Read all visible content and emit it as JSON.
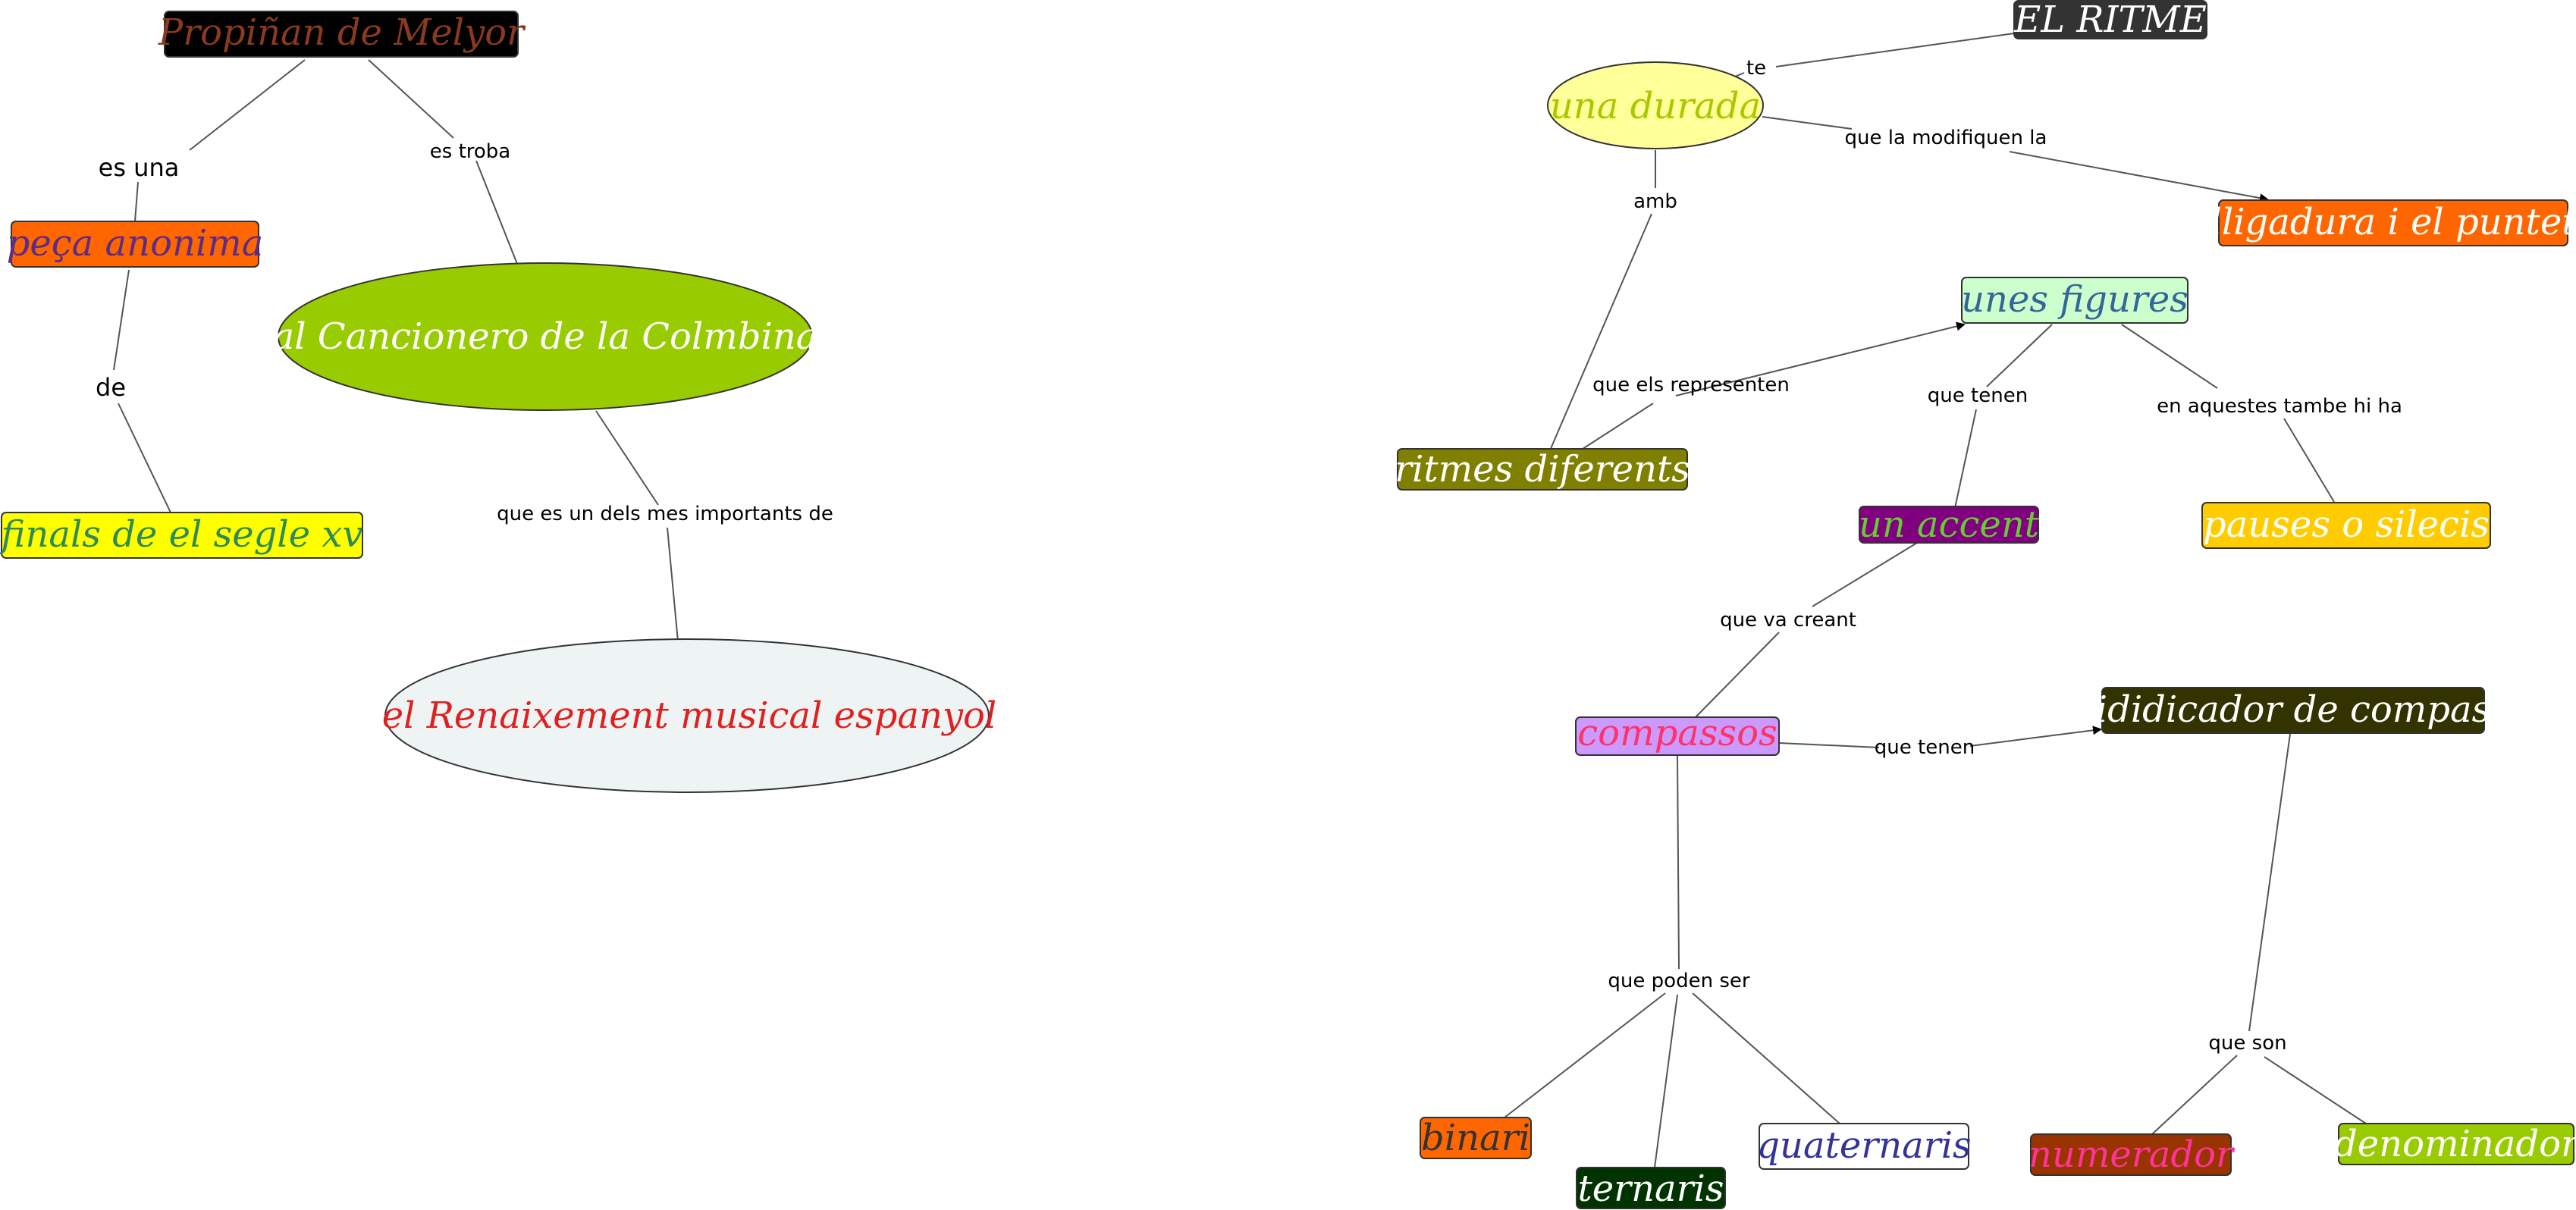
{
  "colors": {
    "edge": "#555555",
    "background": "#ffffff"
  },
  "nodes": {
    "propinan": {
      "label": "Propiñan de Melyor",
      "shape": "rect",
      "fill": "#000000",
      "text": "#8B3A1F"
    },
    "peca": {
      "label": "peça anonima",
      "shape": "rect",
      "fill": "#FF6600",
      "text": "#5B2D86"
    },
    "finals": {
      "label": "finals de el segle xv",
      "shape": "rect",
      "fill": "#FFFF00",
      "text": "#2E8B57"
    },
    "cancionero": {
      "label": "al Cancionero de la Colmbina",
      "shape": "ellipse",
      "fill": "#99CC00",
      "text": "#FFFFFF"
    },
    "renaixement": {
      "label": "el Renaixement musical espanyol",
      "shape": "ellipse",
      "fill": "#EEF4F4",
      "text": "#E02020"
    },
    "ritme": {
      "label": "EL RITME",
      "shape": "rect",
      "fill": "#333333",
      "text": "#FFFFFF"
    },
    "durada": {
      "label": "una durada",
      "shape": "ellipse",
      "fill": "#FFFF99",
      "text": "#A8C800"
    },
    "lligadura": {
      "label": "lligadura i el puntet",
      "shape": "rect",
      "fill": "#FF6600",
      "text": "#FFFFFF"
    },
    "figures": {
      "label": "unes figures",
      "shape": "rect",
      "fill": "#CCFFCC",
      "text": "#336699"
    },
    "ritmes": {
      "label": "ritmes diferents",
      "shape": "rect",
      "fill": "#808000",
      "text": "#FFFFFF"
    },
    "accent": {
      "label": "un accent",
      "shape": "rect",
      "fill": "#800080",
      "text": "#66CC33"
    },
    "pauses": {
      "label": "pauses o silecis",
      "shape": "rect",
      "fill": "#FFCC00",
      "text": "#FFFFFF"
    },
    "compassos": {
      "label": "compassos",
      "shape": "rect",
      "fill": "#CC99FF",
      "text": "#FF3366"
    },
    "ididicador": {
      "label": "ididicador de compas",
      "shape": "rect",
      "fill": "#333300",
      "text": "#FFFFFF"
    },
    "binari": {
      "label": "binari",
      "shape": "rect",
      "fill": "#FF6600",
      "text": "#333333"
    },
    "ternaris": {
      "label": "ternaris",
      "shape": "rect",
      "fill": "#003300",
      "text": "#FFFFFF"
    },
    "quaternaris": {
      "label": "quaternaris",
      "shape": "rect",
      "fill": "#FFFFFF",
      "text": "#333399"
    },
    "numerador": {
      "label": "numerador",
      "shape": "rect",
      "fill": "#993300",
      "text": "#FF3399"
    },
    "denominador": {
      "label": "denominador",
      "shape": "rect",
      "fill": "#99CC00",
      "text": "#FFFFFF"
    }
  },
  "links": {
    "es_una": "es una",
    "es_troba": "es troba",
    "de": "de",
    "que_es_un": "que es un dels mes importants de",
    "te": "te",
    "que_la_mod": "que la modifiquen la",
    "amb": "amb",
    "que_els_repr": "que els representen",
    "que_tenen_1": "que tenen",
    "en_aquestes": "en aquestes tambe hi ha",
    "que_va_creant": "que va creant",
    "que_tenen_2": "que tenen",
    "que_poden_ser": "que poden ser",
    "que_son": "que son"
  }
}
